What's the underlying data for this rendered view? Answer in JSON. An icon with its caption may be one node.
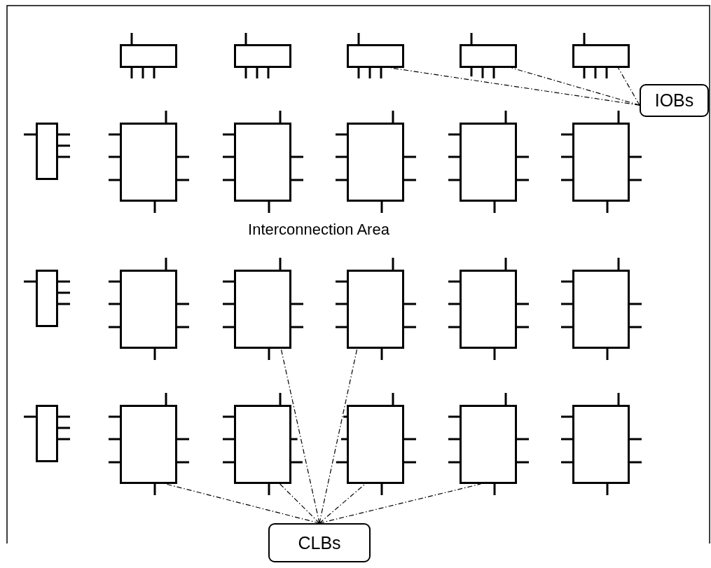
{
  "diagram": {
    "nodes": [
      {
        "text": [],
        "shape": "box"
      },
      {
        "text": [],
        "shape": "box"
      },
      {
        "text": [],
        "shape": "box"
      },
      {
        "text": [],
        "shape": "box"
      },
      {
        "text": [],
        "shape": "box"
      },
      {
        "text": [
          "IOBs"
        ]
      },
      {
        "text": [],
        "shape": "box"
      },
      {
        "text": [],
        "shape": "box"
      },
      {
        "text": [],
        "shape": "box"
      },
      {
        "text": [],
        "shape": "box"
      },
      {
        "text": [],
        "shape": "box"
      },
      {
        "text": [],
        "shape": "box"
      },
      {
        "text": [],
        "shape": "box"
      },
      {
        "text": [],
        "shape": "box"
      },
      {
        "text": [],
        "shape": "box"
      },
      {
        "text": [],
        "shape": "box"
      },
      {
        "text": [],
        "shape": "box"
      },
      {
        "text": [],
        "shape": "box"
      },
      {
        "text": [],
        "shape": "box"
      },
      {
        "text": [],
        "shape": "box"
      },
      {
        "text": [],
        "shape": "box"
      },
      {
        "text": [],
        "shape": "box"
      },
      {
        "text": [],
        "shape": "box"
      },
      {
        "text": [],
        "shape": "box"
      },
      {
        "text": [
          "CLBs"
        ]
      }
    ],
    "edges": [
      {
        "from": 5,
        "to": 2,
        "arrow": "none",
        "style": "dashed"
      },
      {
        "from": 5,
        "to": 3,
        "arrow": "none",
        "style": "dashed"
      },
      {
        "from": 5,
        "to": 4,
        "arrow": "none",
        "style": "dashed"
      },
      {
        "from": 24,
        "to": 14,
        "arrow": "none",
        "style": "dashed"
      },
      {
        "from": 24,
        "to": 15,
        "arrow": "none",
        "style": "dashed"
      },
      {
        "from": 24,
        "to": 19,
        "arrow": "none",
        "style": "dashed"
      },
      {
        "from": 24,
        "to": 20,
        "arrow": "none",
        "style": "dashed"
      },
      {
        "from": 24,
        "to": 21,
        "arrow": "none",
        "style": "dashed"
      },
      {
        "from": 24,
        "to": 22,
        "arrow": "none",
        "style": "dashed"
      }
    ],
    "labels": [
      "Interconnection Area"
    ]
  }
}
